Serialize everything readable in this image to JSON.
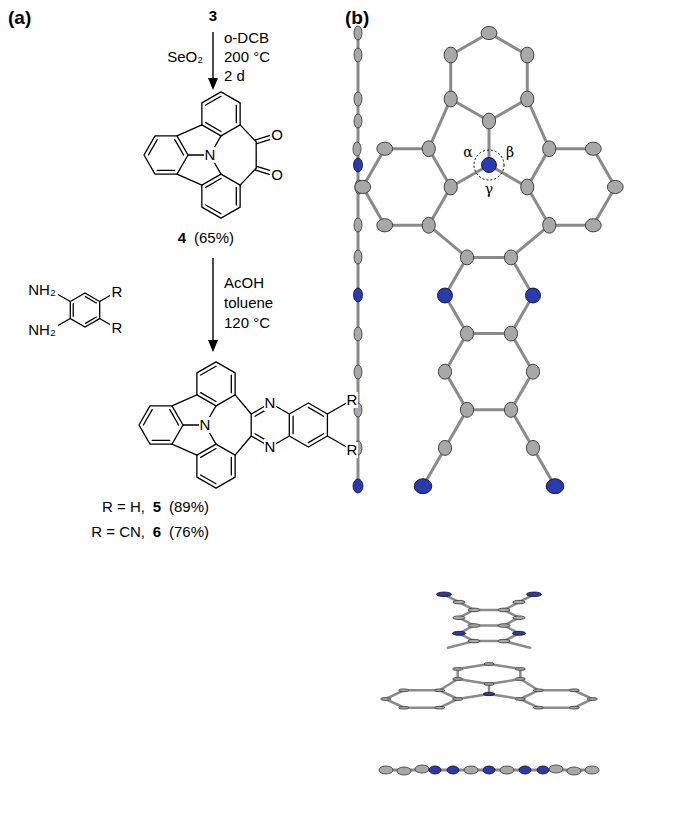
{
  "diagram": {
    "labels": [
      "(a)",
      "(b)",
      "3",
      "SeO₂",
      "o-DCB",
      "200 °C",
      "2 d",
      "N",
      "O",
      "O",
      "4",
      "(65%)",
      "NH₂",
      "NH₂",
      "R",
      "R",
      "AcOH",
      "toluene",
      "120 °C",
      "N",
      "N",
      "N",
      "R",
      "R",
      "R = H,",
      "5",
      "(89%)",
      "R = CN,",
      "6",
      "(76%)",
      "α",
      "β",
      "γ"
    ]
  }
}
